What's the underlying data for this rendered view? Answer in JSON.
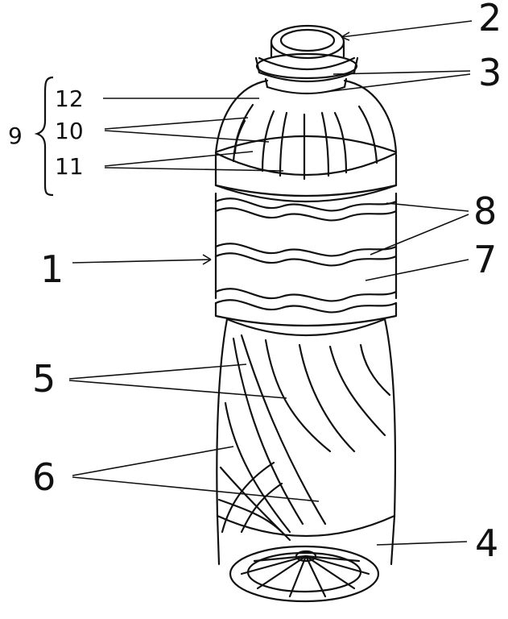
{
  "diagram": {
    "labels": {
      "l1": "1",
      "l2": "2",
      "l3": "3",
      "l4": "4",
      "l5": "5",
      "l6": "6",
      "l7": "7",
      "l8": "8",
      "l9": "9",
      "l10": "10",
      "l11": "11",
      "l12": "12"
    },
    "colors": {
      "ink": "#111111",
      "background": "#ffffff"
    }
  }
}
